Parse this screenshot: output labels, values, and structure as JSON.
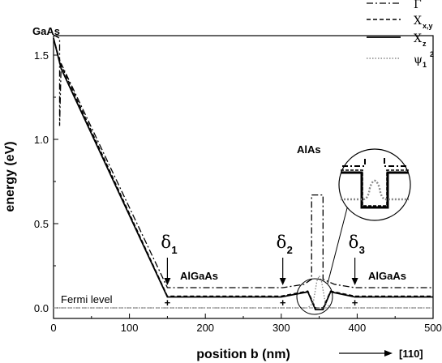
{
  "chart_data": {
    "type": "line",
    "xlabel": "position b (nm)",
    "ylabel": "energy (eV)",
    "direction_label": "[110]",
    "xlim": [
      0,
      500
    ],
    "ylim": [
      -0.05,
      1.65
    ],
    "x_ticks": [
      "0",
      "100",
      "200",
      "300",
      "400",
      "500"
    ],
    "y_ticks": [
      "0.0",
      "0.5",
      "1.0",
      "1.5"
    ],
    "annotations": {
      "gaas": "GaAs",
      "alas": "AlAs",
      "algaas_left": "AlGaAs",
      "algaas_right": "AlGaAs",
      "fermi": "Fermi level"
    },
    "deltas": [
      {
        "symbol": "δ",
        "sub": "1",
        "x": 150
      },
      {
        "symbol": "δ",
        "sub": "2",
        "x": 302
      },
      {
        "symbol": "δ",
        "sub": "3",
        "x": 397
      }
    ],
    "legend": [
      {
        "symbol": "Γ",
        "sub": ""
      },
      {
        "symbol": "X",
        "sub": "x,y"
      },
      {
        "symbol": "X",
        "sub": "z"
      },
      {
        "symbol": "ψ",
        "sub": "1",
        "sup": "2"
      }
    ],
    "series": [
      {
        "style": "dashdot",
        "points": [
          [
            0,
            1.62
          ],
          [
            8,
            1.6
          ],
          [
            8,
            1.08
          ],
          [
            10,
            1.45
          ],
          [
            150,
            0.12
          ],
          [
            302,
            0.12
          ],
          [
            330,
            0.14
          ],
          [
            340,
            0.17
          ],
          [
            340,
            0.67
          ],
          [
            355,
            0.67
          ],
          [
            355,
            0.17
          ],
          [
            370,
            0.14
          ],
          [
            397,
            0.12
          ],
          [
            500,
            0.12
          ]
        ]
      },
      {
        "style": "dash",
        "points": [
          [
            0,
            1.6
          ],
          [
            10,
            1.44
          ],
          [
            150,
            0.07
          ],
          [
            300,
            0.07
          ],
          [
            335,
            0.1
          ],
          [
            345,
            0.0
          ],
          [
            355,
            0.0
          ],
          [
            365,
            0.1
          ],
          [
            397,
            0.07
          ],
          [
            500,
            0.07
          ]
        ]
      },
      {
        "style": "solid",
        "points": [
          [
            0,
            1.6
          ],
          [
            10,
            1.42
          ],
          [
            150,
            0.065
          ],
          [
            300,
            0.065
          ],
          [
            335,
            0.095
          ],
          [
            345,
            -0.01
          ],
          [
            355,
            -0.01
          ],
          [
            365,
            0.095
          ],
          [
            397,
            0.065
          ],
          [
            500,
            0.065
          ]
        ]
      },
      {
        "style": "dot",
        "points": [
          [
            0,
            0.0
          ],
          [
            335,
            0.0
          ],
          [
            342,
            0.03
          ],
          [
            347,
            0.16
          ],
          [
            350,
            0.19
          ],
          [
            353,
            0.16
          ],
          [
            358,
            0.03
          ],
          [
            365,
            0.0
          ],
          [
            500,
            0.0
          ]
        ]
      }
    ],
    "fermi_level": 0.0,
    "grid": false,
    "legend_position": "top-right"
  }
}
